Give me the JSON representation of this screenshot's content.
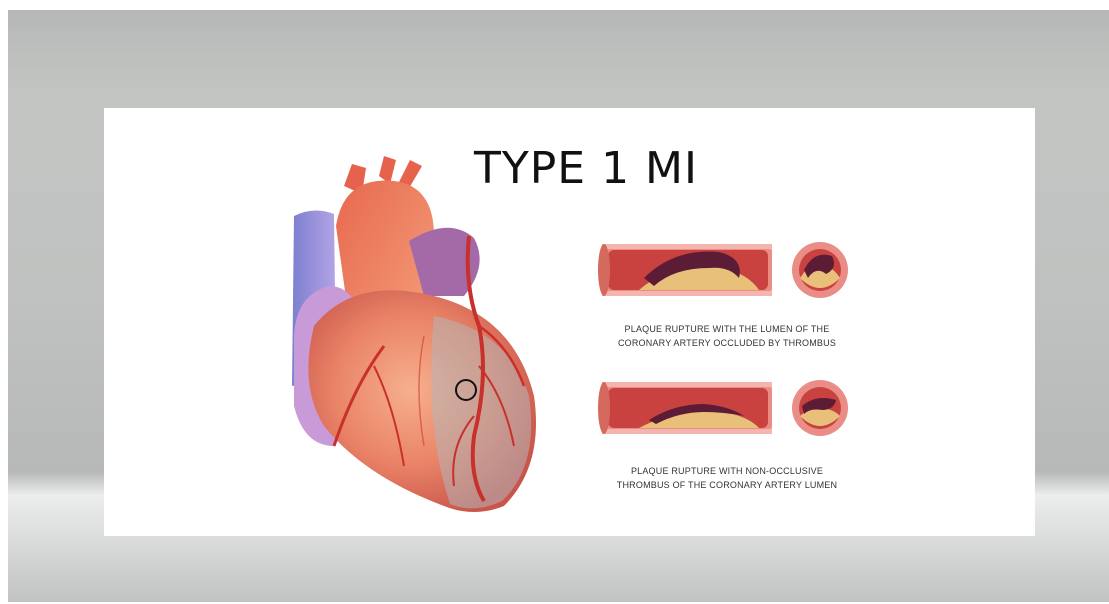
{
  "slide": {
    "title": "TYPE 1 MI",
    "captions": [
      [
        "PLAQUE RUPTURE WITH THE LUMEN OF THE",
        "CORONARY ARTERY OCCLUDED BY THROMBUS"
      ],
      [
        "PLAQUE RUPTURE WITH NON-OCCLUSIVE",
        "THROMBUS OF THE CORONARY ARTERY LUMEN"
      ]
    ]
  },
  "icons": [
    "heart-illustration",
    "artery-cross-section-icon"
  ],
  "colors": {
    "artery": "#e56a5c",
    "plaque": "#e9c07a",
    "thrombus": "#5d1c35",
    "vein": "#8a8fd6"
  }
}
